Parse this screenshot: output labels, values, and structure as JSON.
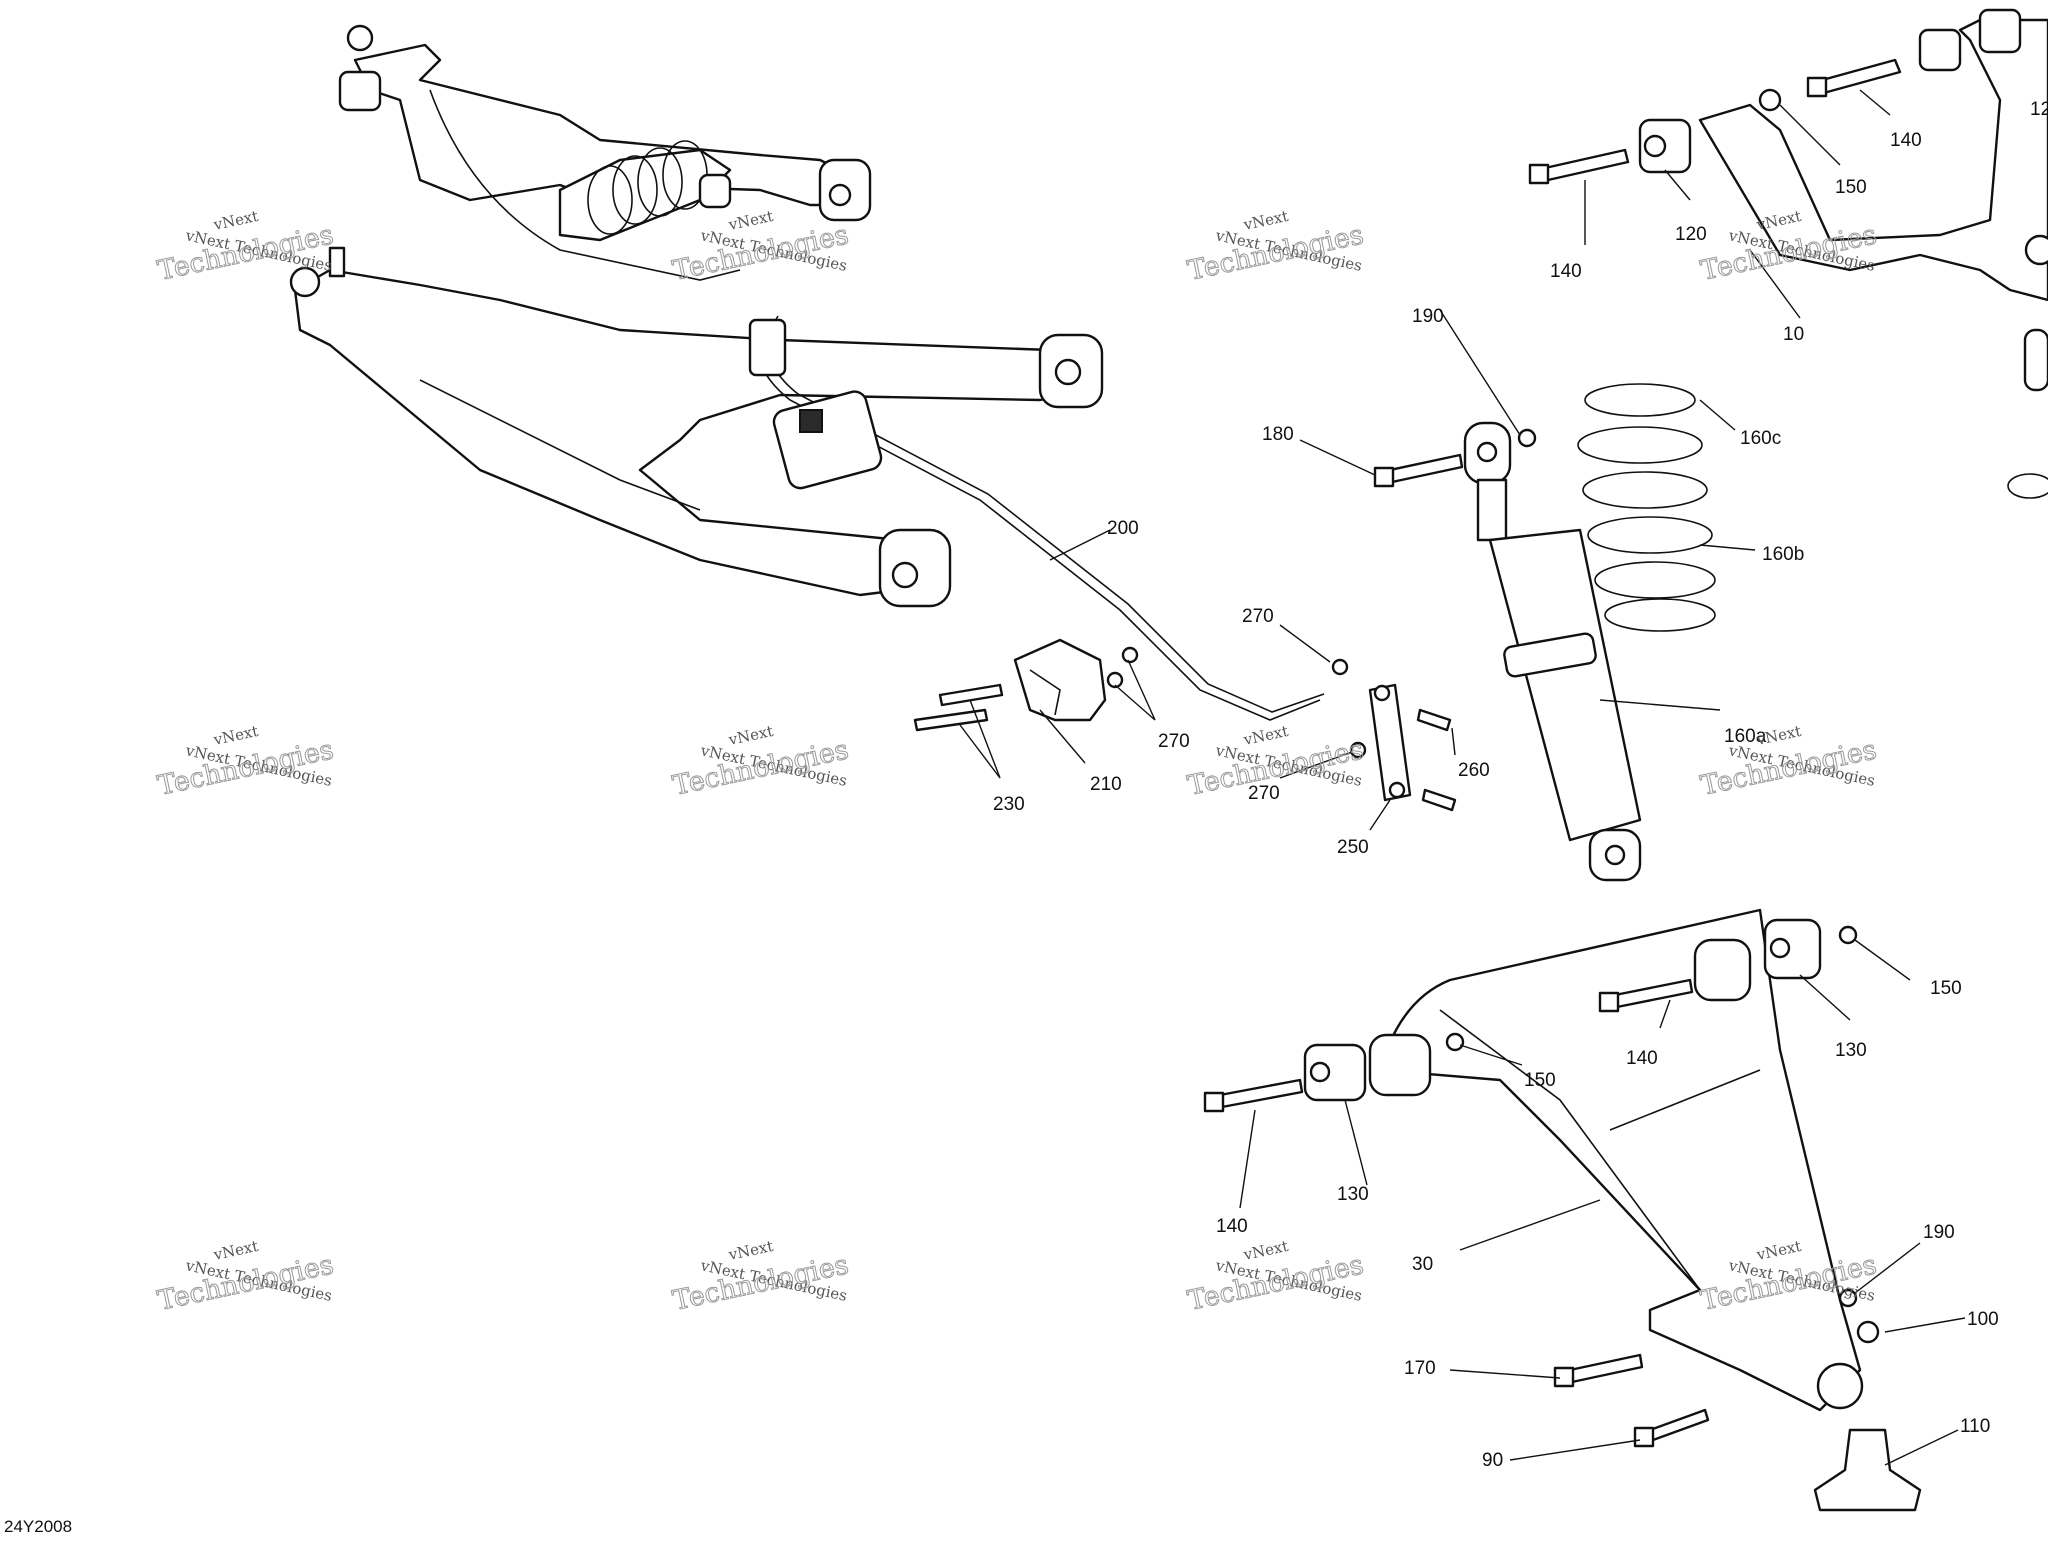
{
  "drawing_code": "24Y2008",
  "watermark": {
    "line1": "vNext",
    "line2": "vNext Technologies",
    "line3": "Technologies"
  },
  "callouts": {
    "c10": "10",
    "c30": "30",
    "c90": "90",
    "c100": "100",
    "c110": "110",
    "c120_top": "120",
    "c120_edge": "12",
    "c130_a": "130",
    "c130_b": "130",
    "c140_a": "140",
    "c140_b": "140",
    "c140_c": "140",
    "c140_d": "140",
    "c150_a": "150",
    "c150_b": "150",
    "c150_c": "150",
    "c160a": "160a",
    "c160b": "160b",
    "c160c": "160c",
    "c170": "170",
    "c180": "180",
    "c190_a": "190",
    "c190_b": "190",
    "c200": "200",
    "c210": "210",
    "c230": "230",
    "c250": "250",
    "c260": "260",
    "c270_a": "270",
    "c270_b": "270",
    "c270_c": "270"
  }
}
